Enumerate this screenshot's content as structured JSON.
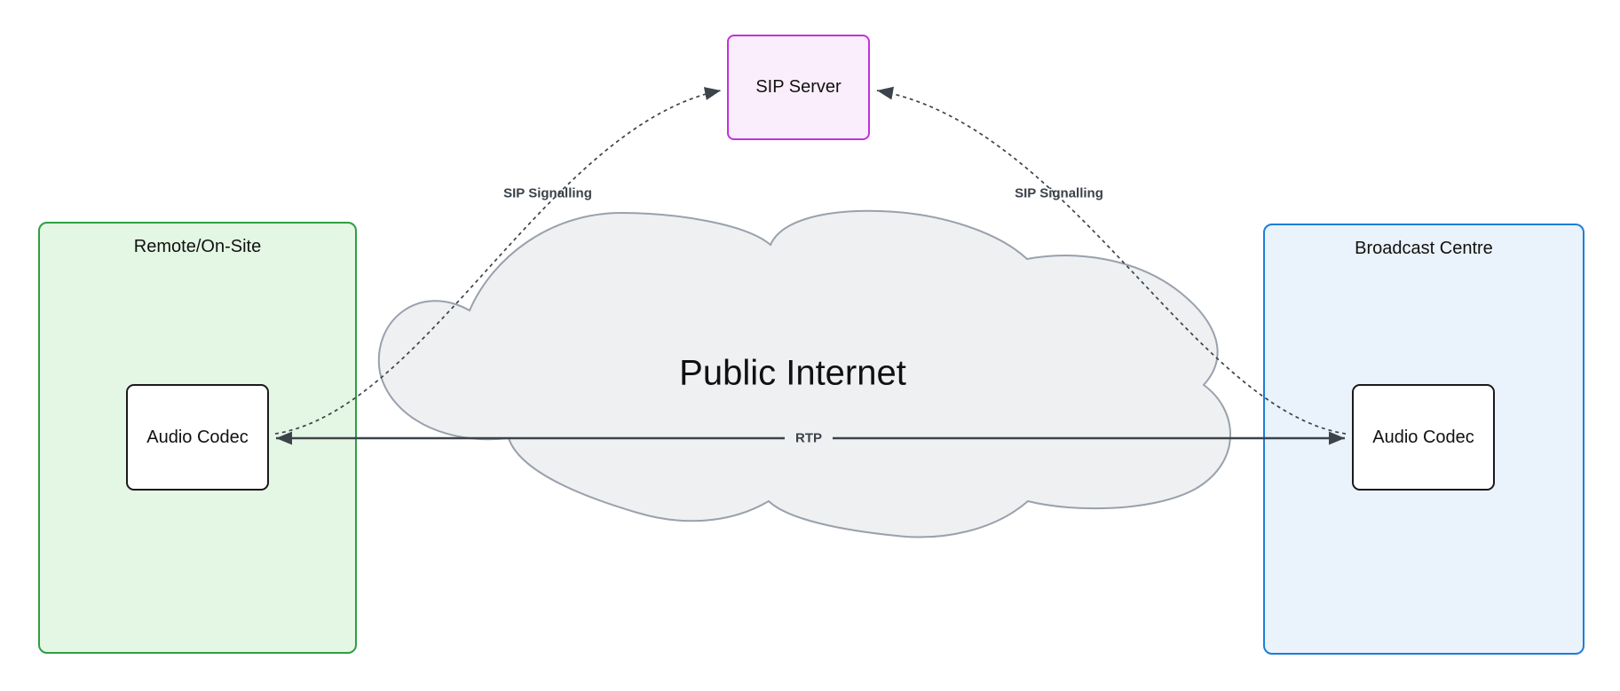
{
  "nodes": {
    "sip_server": {
      "label": "SIP Server",
      "fill": "#fbeefc",
      "border": "#c131dd"
    },
    "remote_site": {
      "label": "Remote/On-Site",
      "fill": "#e4f6e4",
      "border": "#2f9e44"
    },
    "remote_codec": {
      "label": "Audio Codec",
      "fill": "#ffffff",
      "border": "#1a1a1a"
    },
    "broadcast_centre": {
      "label": "Broadcast Centre",
      "fill": "#eaf2fb",
      "border": "#1c7ed6"
    },
    "broadcast_codec": {
      "label": "Audio Codec",
      "fill": "#ffffff",
      "border": "#1a1a1a"
    },
    "internet_cloud": {
      "label": "Public Internet",
      "fill": "#eef0f2",
      "border": "#99a1ab"
    }
  },
  "edges": {
    "sip_left": {
      "label": "SIP Signalling",
      "style": "dashed"
    },
    "sip_right": {
      "label": "SIP Signalling",
      "style": "dashed"
    },
    "rtp": {
      "label": "RTP",
      "style": "solid"
    },
    "color": "#3c434a",
    "label_color": "#3a4149"
  }
}
